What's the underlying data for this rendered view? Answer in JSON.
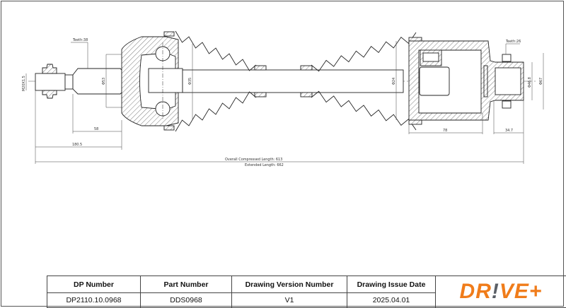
{
  "drawing": {
    "labels": {
      "thread": "M20X1.5",
      "teeth_outer": "Teeth:38",
      "dia_53": "Φ53",
      "dia_35": "Φ35",
      "len_58": "58",
      "len_180": "180.5",
      "dia_24": "Φ24",
      "dia_46": "Φ46.8",
      "dia_67": "Φ67",
      "teeth_inner": "Teeth:26",
      "len_78": "78",
      "len_34": "34.7",
      "overall": "Overall  Compressed  Length: 613",
      "extended": "Extended  Length: 662"
    }
  },
  "table": {
    "headers": [
      "DP Number",
      "Part Number",
      "Drawing Version Number",
      "Drawing Issue Date"
    ],
    "values": [
      "DP2110.10.0968",
      "DDS0968",
      "V1",
      "2025.04.01"
    ]
  },
  "logo": {
    "text_1": "DR",
    "text_2": "!",
    "text_3": "VE+",
    "orange": "#f07c1a",
    "grey": "#5a5f66"
  }
}
